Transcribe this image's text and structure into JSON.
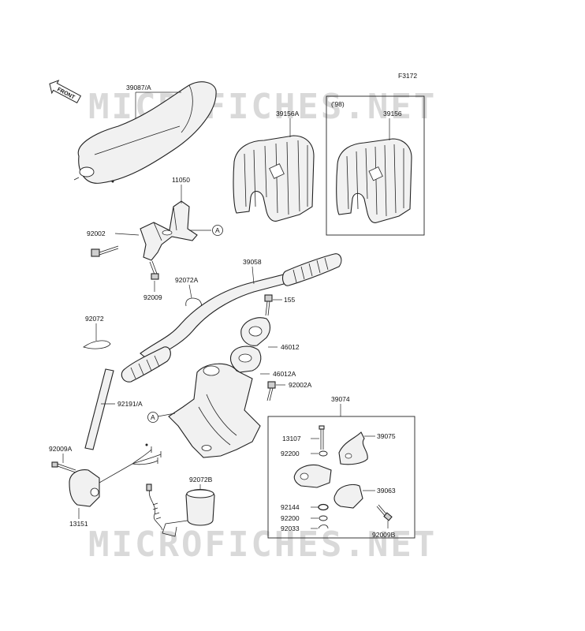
{
  "figure_code": "F3172",
  "watermark": "MICROFICHES.NET",
  "front_label": "FRONT",
  "variant_label": "('98)",
  "ref_marker": "A",
  "labels": {
    "p39087A": "39087/A",
    "p39156A": "39156A",
    "p39156": "39156",
    "p11050": "11050",
    "p92002": "92002",
    "p92009": "92009",
    "p92072A": "92072A",
    "p39058": "39058",
    "p155": "155",
    "p92072": "92072",
    "p46012": "46012",
    "p46012A": "46012A",
    "p92002A": "92002A",
    "p92191A": "92191/A",
    "p39074": "39074",
    "p13107": "13107",
    "p39075": "39075",
    "p92200a": "92200",
    "p39063": "39063",
    "p92144": "92144",
    "p92200b": "92200",
    "p92033": "92033",
    "p92009B": "92009B",
    "p92009A": "92009A",
    "p92072B": "92072B",
    "p13151": "13151"
  }
}
